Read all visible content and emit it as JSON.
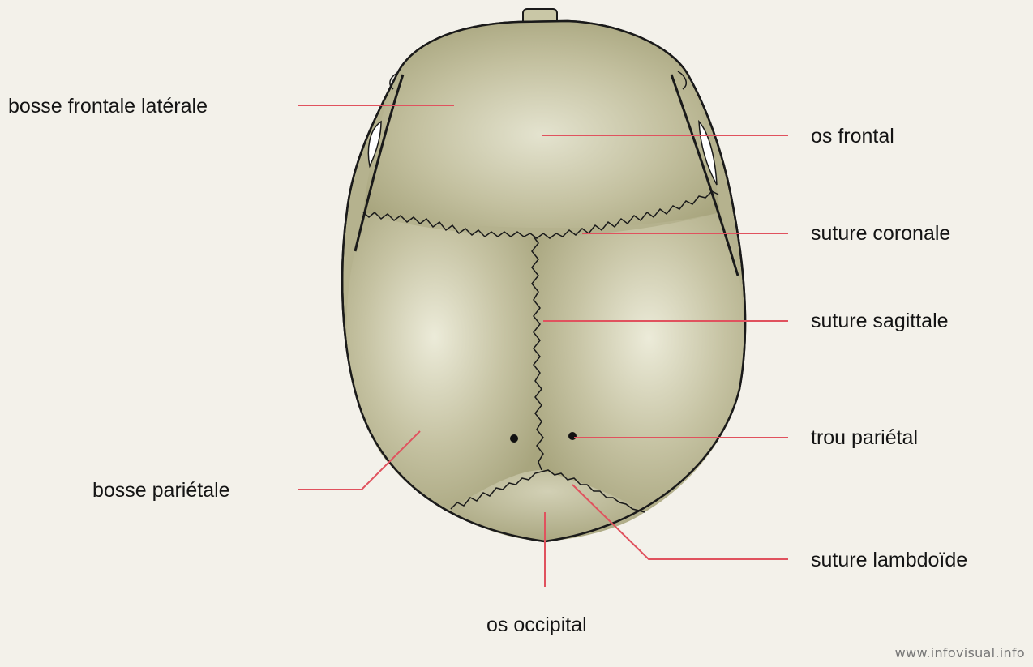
{
  "labels": {
    "bosse_frontale_laterale": "bosse frontale latérale",
    "os_frontal": "os frontal",
    "suture_coronale": "suture coronale",
    "suture_sagittale": "suture sagittale",
    "trou_parietal": "trou pariétal",
    "bosse_parietale": "bosse pariétale",
    "suture_lambdoide": "suture lambdoïde",
    "os_occipital": "os occipital"
  },
  "credit": "www.infovisual.info",
  "colors": {
    "background": "#f3f1ea",
    "bone": "#b5b28e",
    "bone_highlight": "#e9e8d6",
    "outline": "#1a1a1a",
    "leader": "#e0525e"
  }
}
